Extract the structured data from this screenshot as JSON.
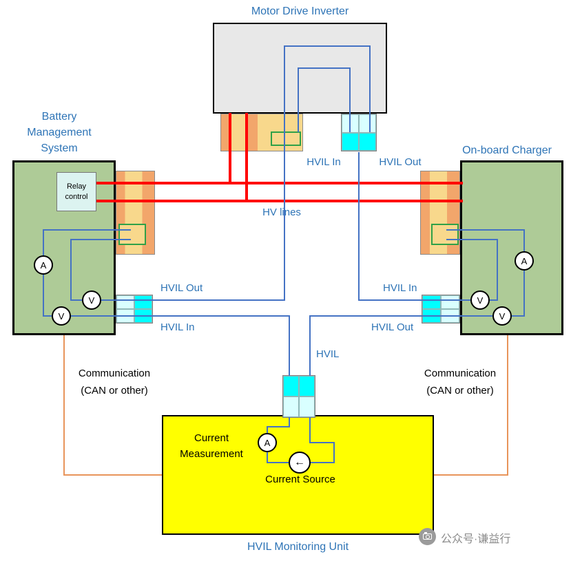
{
  "colors": {
    "label_blue": "#2E74B6",
    "wire_blue": "#4472C4",
    "hv_red": "#FF0000",
    "comm_orange": "#E8945A",
    "box_green": "#AECB97",
    "box_gray": "#E8E8E8",
    "box_yellow": "#FFFF00",
    "connector_orange_dark": "#F2A66B",
    "connector_orange_light": "#F8D88C",
    "cyan_light": "#D9FFFF",
    "cyan_bright": "#00FFFF",
    "pin_green": "#2FA148",
    "relay_bg": "#DCF3F0"
  },
  "blocks": {
    "inverter": {
      "title": "Motor Drive Inverter"
    },
    "bms": {
      "title_lines": [
        "Battery",
        "Management",
        "System"
      ],
      "relay_label": "Relay control"
    },
    "charger": {
      "title": "On-board Charger"
    },
    "unit": {
      "title": "HVIL Monitoring Unit",
      "current_measurement": [
        "Current",
        "Measurement"
      ],
      "current_source": "Current Source"
    }
  },
  "labels": {
    "hv_lines": "HV lines",
    "hvil": "HVIL",
    "inverter_hvil_in": "HVIL In",
    "inverter_hvil_out": "HVIL Out",
    "bms_hvil_out": "HVIL Out",
    "bms_hvil_in": "HVIL In",
    "charger_hvil_in": "HVIL In",
    "charger_hvil_out": "HVIL Out",
    "comm_left": [
      "Communication",
      "(CAN or other)"
    ],
    "comm_right": [
      "Communication",
      "(CAN or other)"
    ]
  },
  "meters": {
    "ammeter": "A",
    "voltmeter": "V"
  },
  "icons": {
    "current_source_arrow": "←"
  },
  "watermark": {
    "text": "公众号·谦益行"
  }
}
